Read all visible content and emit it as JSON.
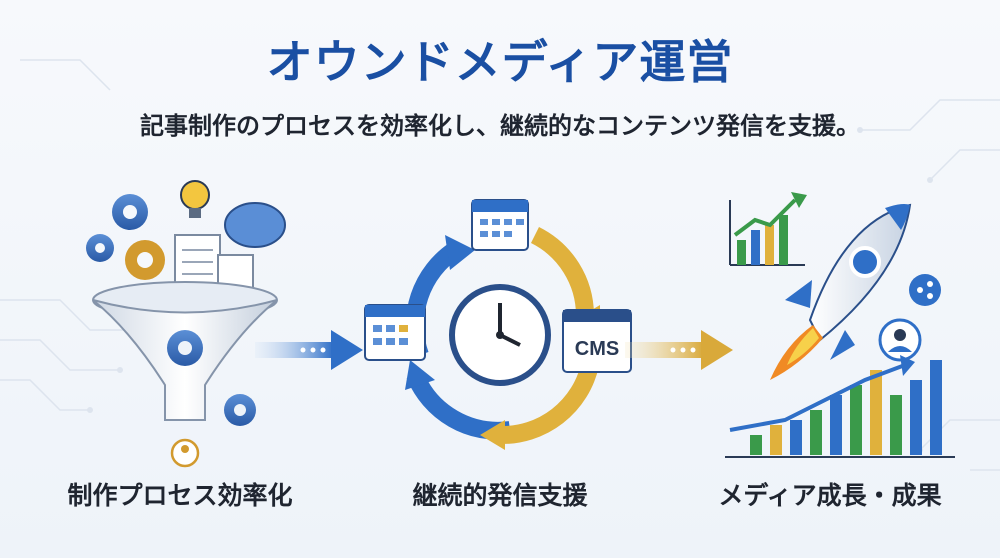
{
  "header": {
    "title": "オウンドメディア運営",
    "subtitle": "記事制作のプロセスを効率化し、継続的なコンテンツ発信を支援。"
  },
  "steps": [
    {
      "caption": "制作プロセス効率化",
      "icon": "funnel-with-gears-icon"
    },
    {
      "caption": "継続的発信支援",
      "icon": "cycle-calendar-clock-icon"
    },
    {
      "caption": "メディア成長・成果",
      "icon": "rocket-growth-chart-icon"
    }
  ],
  "cms_label": "CMS",
  "colors": {
    "title": "#1a4fa3",
    "blue_accent": "#2f6fc7",
    "gold_accent": "#e0b13c",
    "green_accent": "#3a9a4a"
  }
}
